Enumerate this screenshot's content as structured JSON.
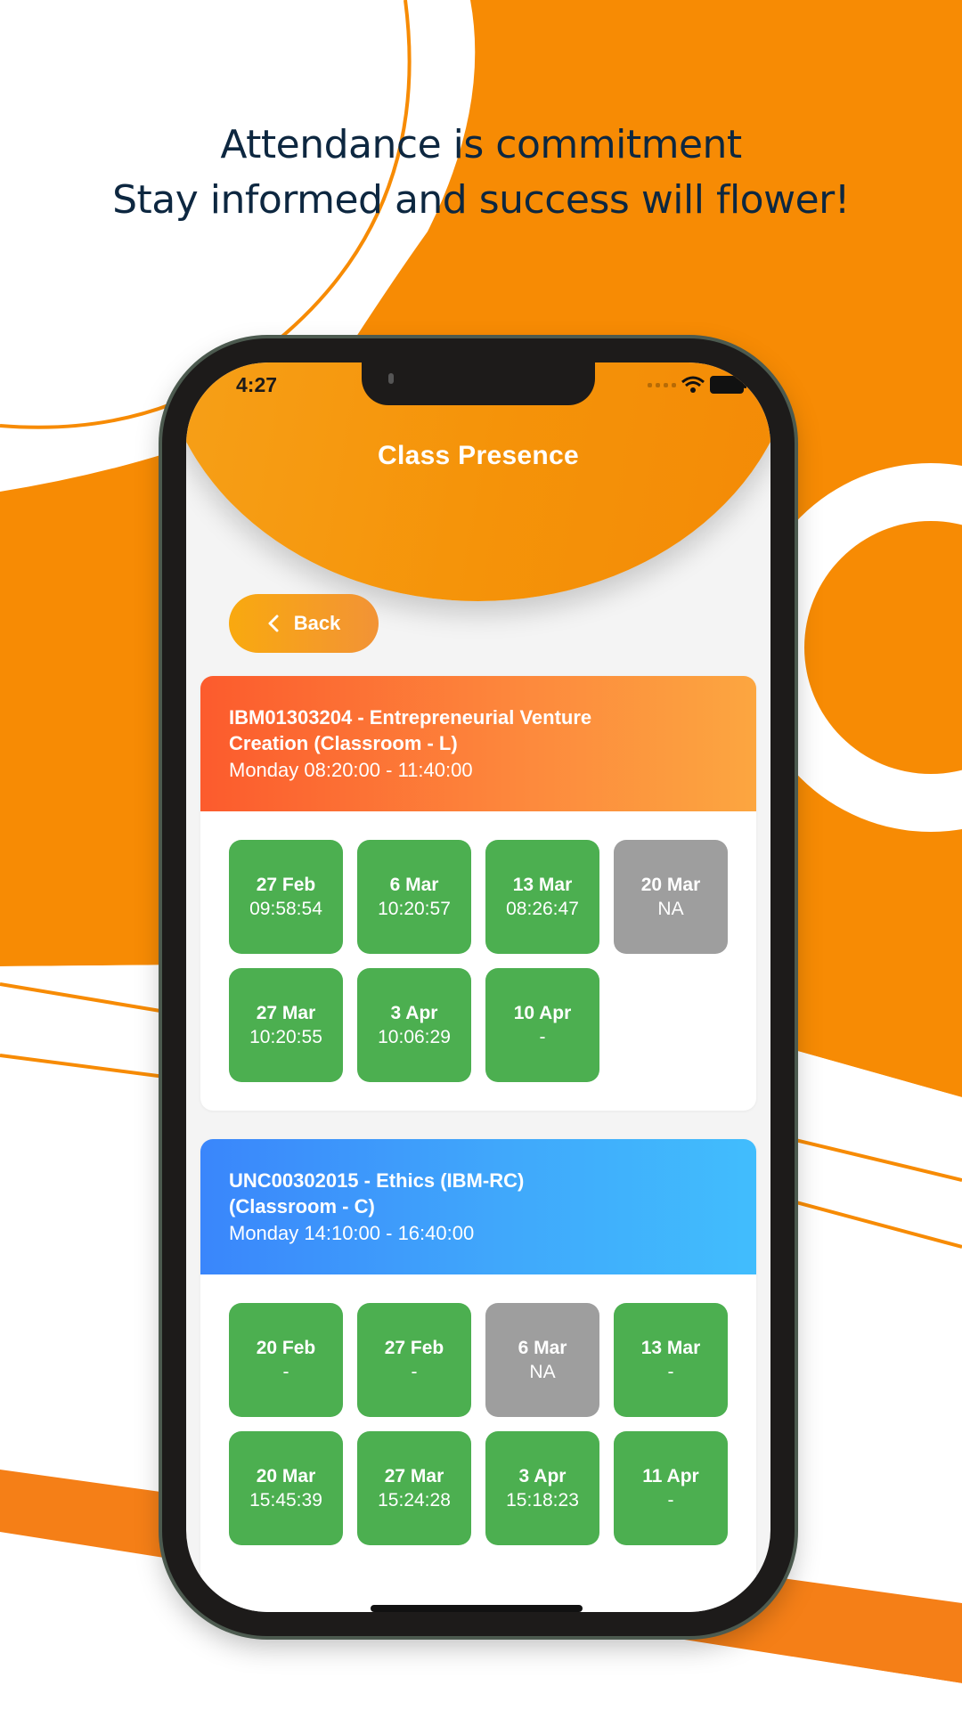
{
  "tagline": {
    "line1": "Attendance is commitment",
    "line2": "Stay informed and success will flower!"
  },
  "status_bar": {
    "time": "4:27",
    "icons": [
      "signal-icon",
      "wifi-icon",
      "battery-icon"
    ]
  },
  "screen": {
    "title": "Class Presence",
    "back_label": "Back",
    "back_icon": "chevron-left-icon"
  },
  "courses": [
    {
      "title_line1": "IBM01303204 - Entrepreneurial Venture",
      "title_line2": "Creation (Classroom - L)",
      "schedule": "Monday 08:20:00 - 11:40:00",
      "sessions": [
        {
          "date": "27 Feb",
          "time": "09:58:54",
          "status": "present"
        },
        {
          "date": "6 Mar",
          "time": "10:20:57",
          "status": "present"
        },
        {
          "date": "13 Mar",
          "time": "08:26:47",
          "status": "present"
        },
        {
          "date": "20 Mar",
          "time": "NA",
          "status": "na"
        },
        {
          "date": "27 Mar",
          "time": "10:20:55",
          "status": "present"
        },
        {
          "date": "3 Apr",
          "time": "10:06:29",
          "status": "present"
        },
        {
          "date": "10 Apr",
          "time": "-",
          "status": "present"
        }
      ]
    },
    {
      "title_line1": "UNC00302015 - Ethics (IBM-RC)",
      "title_line2": "(Classroom - C)",
      "schedule": "Monday 14:10:00 - 16:40:00",
      "sessions": [
        {
          "date": "20 Feb",
          "time": "-",
          "status": "present"
        },
        {
          "date": "27 Feb",
          "time": "-",
          "status": "present"
        },
        {
          "date": "6 Mar",
          "time": "NA",
          "status": "na"
        },
        {
          "date": "13 Mar",
          "time": "-",
          "status": "present"
        },
        {
          "date": "20 Mar",
          "time": "15:45:39",
          "status": "present"
        },
        {
          "date": "27 Mar",
          "time": "15:24:28",
          "status": "present"
        },
        {
          "date": "3 Apr",
          "time": "15:18:23",
          "status": "present"
        },
        {
          "date": "11 Apr",
          "time": "-",
          "status": "present"
        }
      ]
    }
  ],
  "colors": {
    "orange": "#f7931e",
    "present": "#4caf50",
    "na": "#9e9e9e",
    "course1_gradient": [
      "#fc5b2d",
      "#fca640"
    ],
    "course2_gradient": [
      "#3a86fb",
      "#41bdfd"
    ],
    "tagline_text": "#0d2740"
  }
}
